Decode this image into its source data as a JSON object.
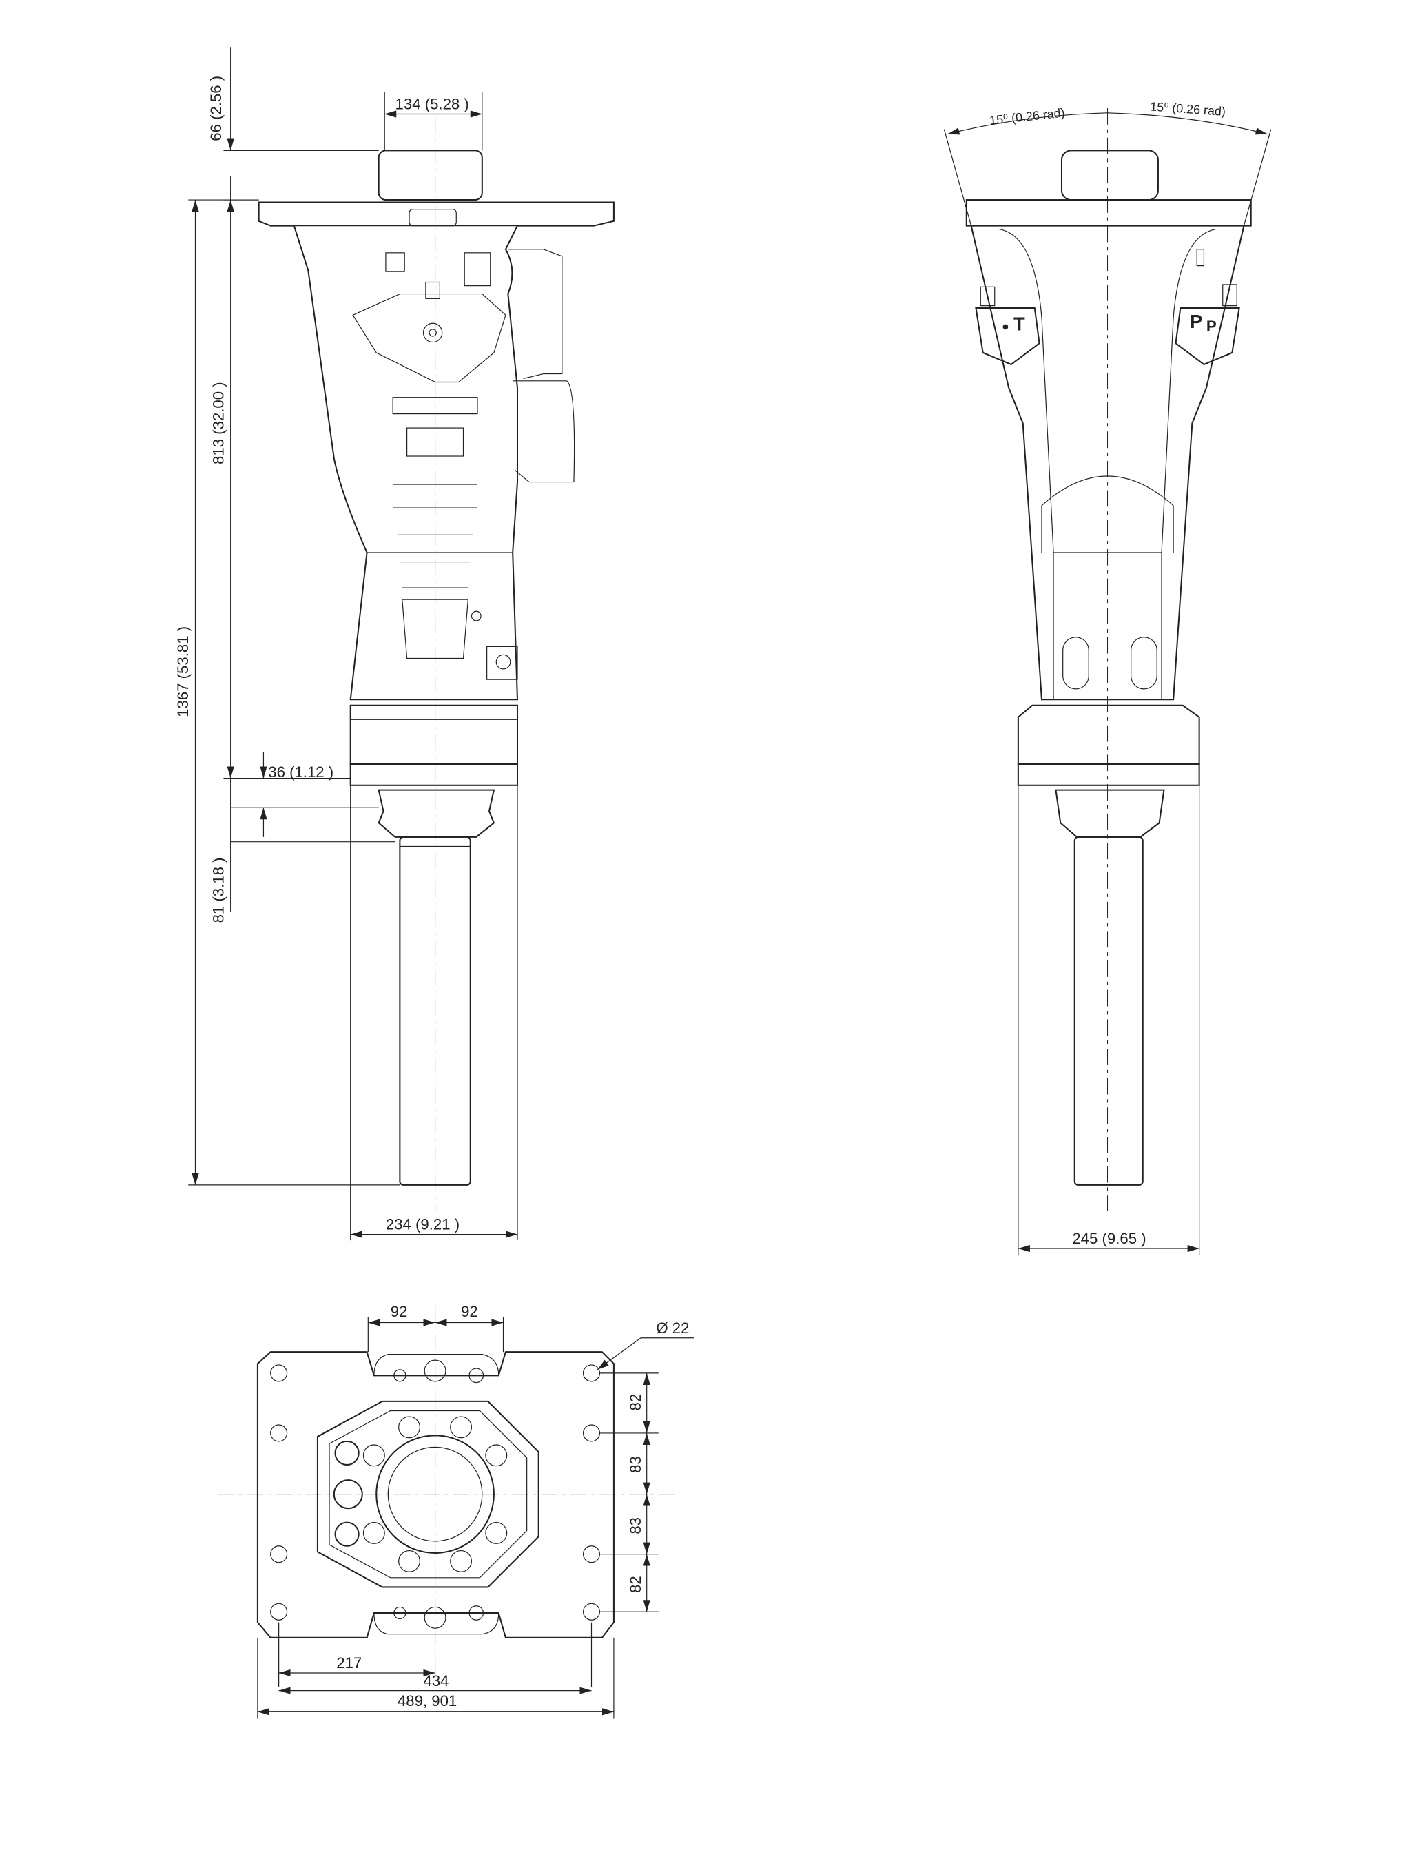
{
  "side_view": {
    "dims": {
      "cap_height": "66 (2.56 )",
      "cap_width": "134 (5.28 )",
      "body_upper": "813 (32.00 )",
      "overall_length": "1367 (53.81 )",
      "bushing_gap": "36 (1.12 )",
      "bushing_height": "81 (3.18 )",
      "collar_width": "234 (9.21 )"
    }
  },
  "front_view": {
    "dims": {
      "angle_left": "15⁰ (0.26 rad)",
      "angle_right": "15⁰ (0.26 rad)",
      "collar_width": "245 (9.65 )"
    },
    "port_labels": {
      "tank": "T",
      "pressure": "P",
      "pressure_small": "P"
    }
  },
  "bottom_view": {
    "dims": {
      "left_offset": "92",
      "right_offset": "92",
      "hole_diameter": "Ø 22",
      "v1": "82",
      "v2": "83",
      "v3": "83",
      "v4": "82",
      "half_spacing": "217",
      "hole_spacing": "434",
      "plate_width": "489, 901"
    }
  }
}
